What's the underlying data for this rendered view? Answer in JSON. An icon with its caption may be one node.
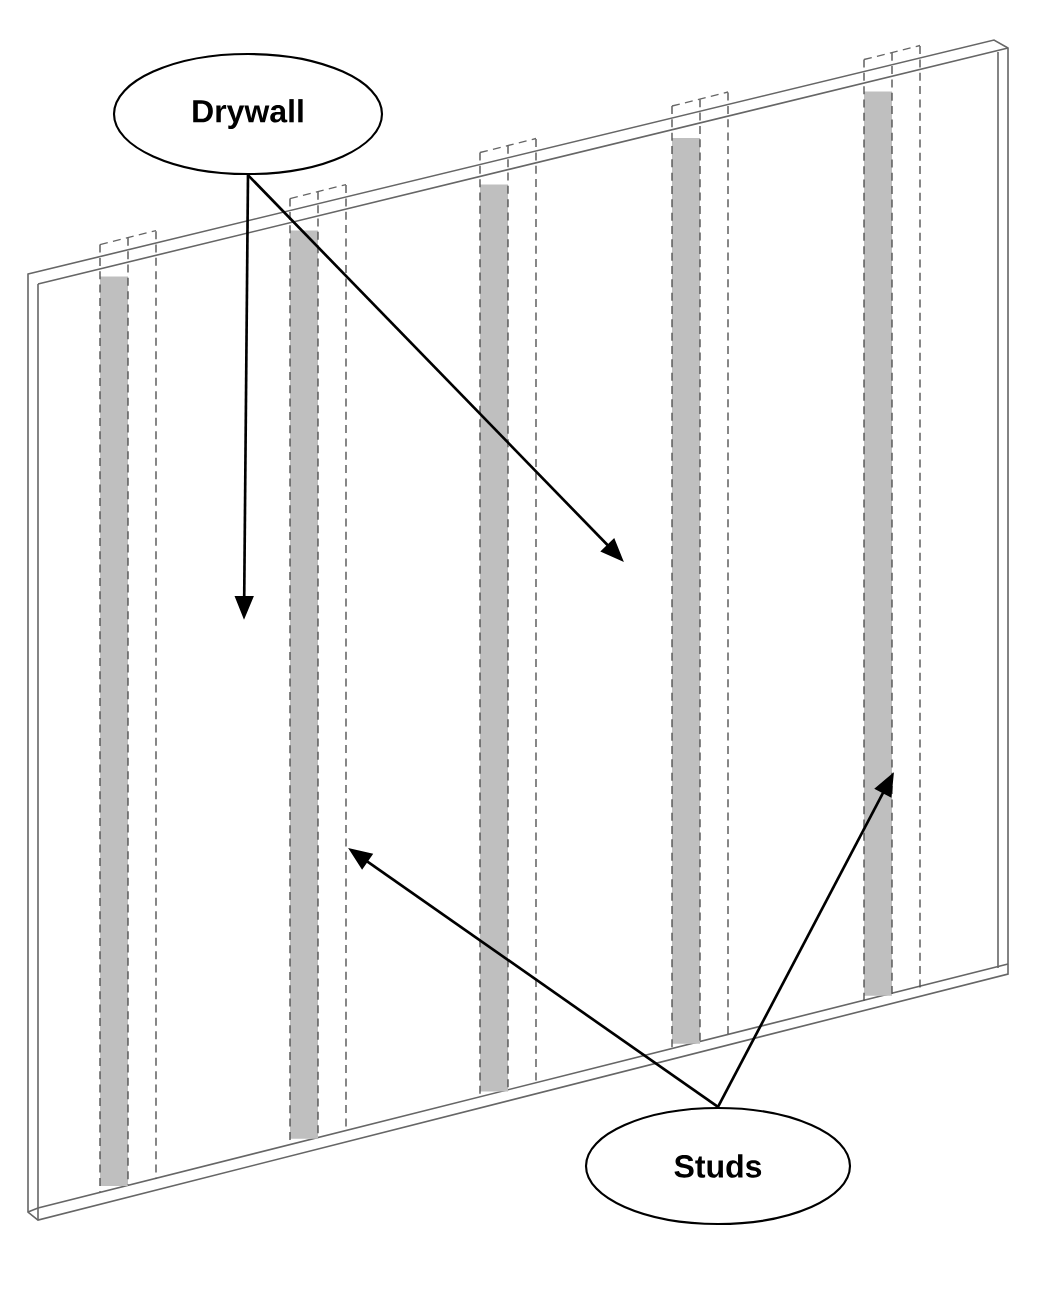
{
  "diagram": {
    "nodes": [
      {
        "text": [
          "Drywall"
        ]
      },
      {
        "text": [
          "Studs"
        ]
      }
    ],
    "edges": [
      {
        "from": 0,
        "to": null,
        "arrow": "to"
      },
      {
        "from": 0,
        "to": null,
        "arrow": "to"
      },
      {
        "from": 1,
        "to": null,
        "arrow": "to"
      },
      {
        "from": 1,
        "to": null,
        "arrow": "to"
      }
    ]
  }
}
